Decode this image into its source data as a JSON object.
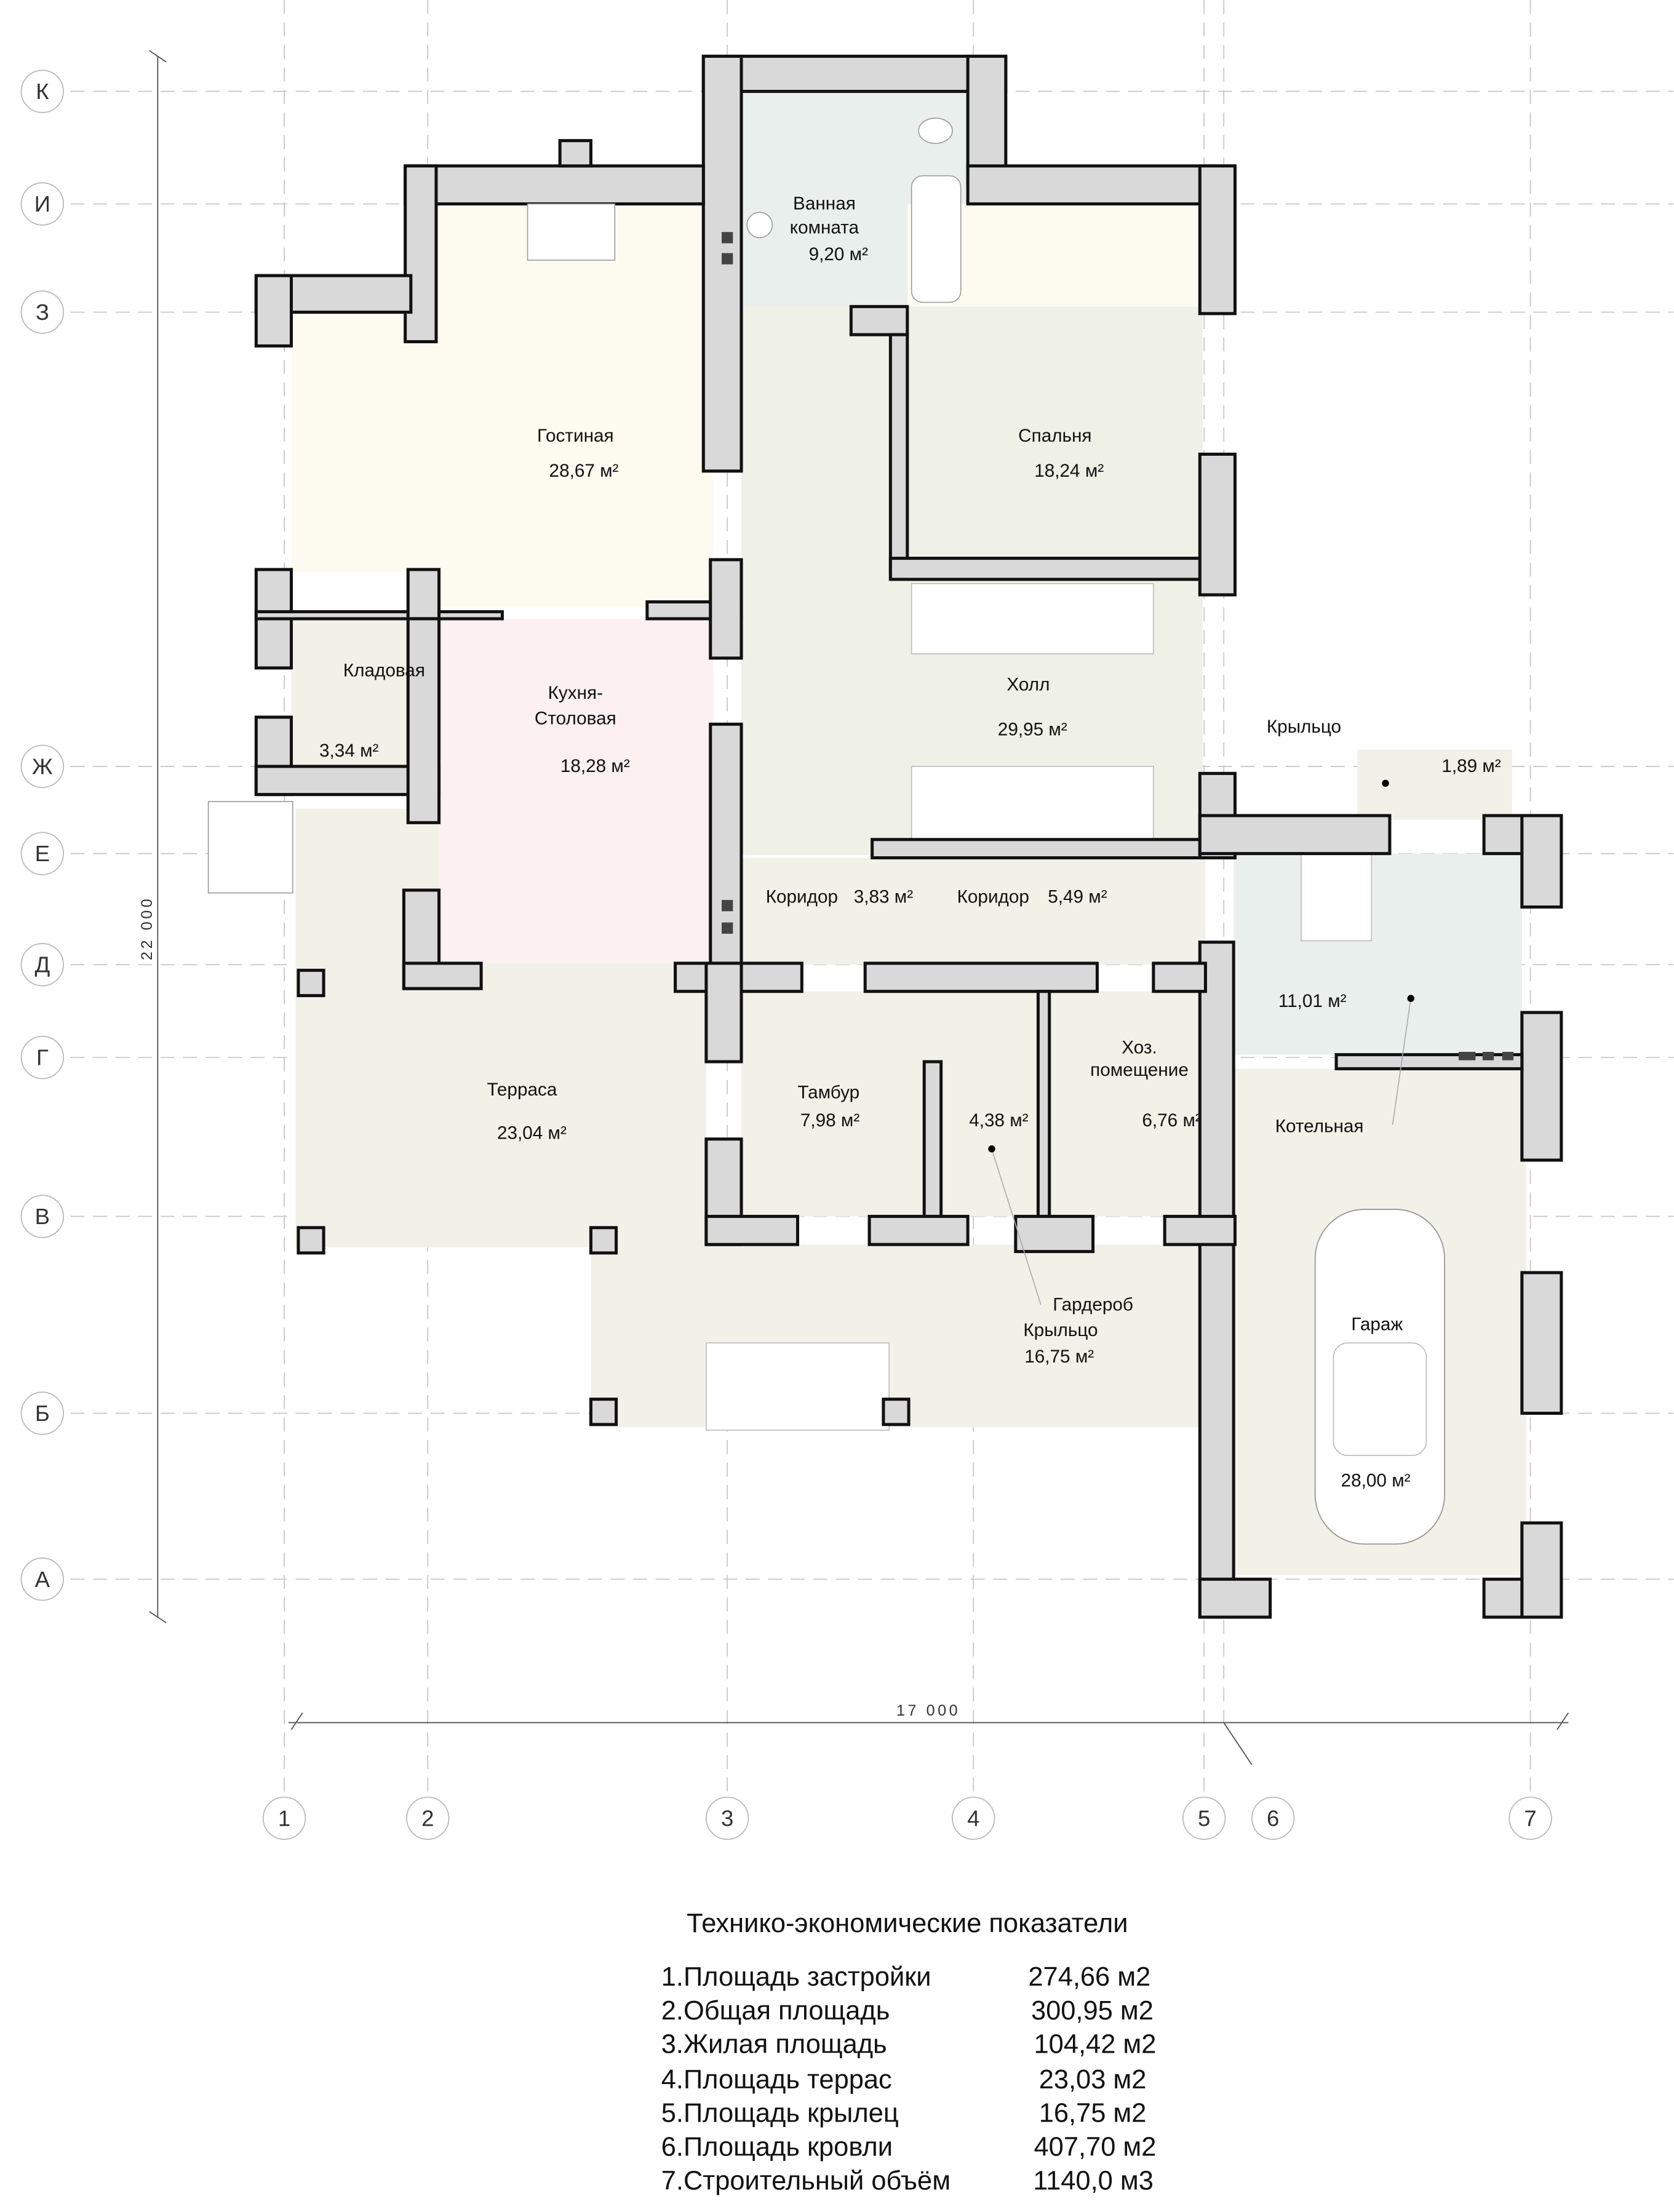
{
  "axes": {
    "rows": [
      "К",
      "И",
      "З",
      "Ж",
      "Е",
      "Д",
      "Г",
      "В",
      "Б",
      "А"
    ],
    "columns": [
      "1",
      "2",
      "3",
      "4",
      "5",
      "6",
      "7"
    ]
  },
  "dimensions": {
    "vertical": "22 000",
    "horizontal": "17 000"
  },
  "rooms": {
    "bath": {
      "name1": "Ванная",
      "name2": "комната",
      "area": "9,20 м²"
    },
    "living": {
      "name": "Гостиная",
      "area": "28,67 м²"
    },
    "bedroom": {
      "name": "Спальня",
      "area": "18,24 м²"
    },
    "pantry": {
      "name": "Кладовая",
      "area": "3,34 м²"
    },
    "kitchen": {
      "name1": "Кухня-",
      "name2": "Столовая",
      "area": "18,28 м²"
    },
    "hall": {
      "name": "Холл",
      "area": "29,95 м²"
    },
    "porch_small": {
      "name": "Крыльцо",
      "area": "1,89 м²"
    },
    "corridor1": {
      "name": "Коридор",
      "area": "3,83 м²"
    },
    "corridor2": {
      "name": "Коридор",
      "area": "5,49 м²"
    },
    "boiler": {
      "name": "Котельная",
      "area": "11,01 м²"
    },
    "terrace": {
      "name": "Терраса",
      "area": "23,04 м²"
    },
    "vestibule": {
      "name": "Тамбур",
      "area": "7,98 м²"
    },
    "wardrobe": {
      "name": "Гардероб",
      "area": "4,38 м²"
    },
    "utility": {
      "name1": "Хоз.",
      "name2": "помещение",
      "area": "6,76 м²"
    },
    "porch_main": {
      "name": "Крыльцо",
      "area": "16,75 м²"
    },
    "garage": {
      "name": "Гараж",
      "area": "28,00 м²"
    }
  },
  "colors": {
    "living": "#fdfbf0",
    "kitchen": "#fdf0f1",
    "bath": "#e9efed",
    "service": "#f1f1e8",
    "wall": "#d9d9d9"
  },
  "indicators": {
    "title": "Технико-экономические показатели",
    "rows": [
      {
        "label": "1.Площадь застройки",
        "value": "274,66 м2"
      },
      {
        "label": "2.Общая площадь",
        "value": "300,95 м2"
      },
      {
        "label": "3.Жилая площадь",
        "value": "104,42 м2"
      },
      {
        "label": "4.Площадь террас",
        "value": "23,03 м2"
      },
      {
        "label": "5.Площадь крылец",
        "value": "16,75 м2"
      },
      {
        "label": "6.Площадь кровли",
        "value": "407,70 м2"
      },
      {
        "label": "7.Строительный объём",
        "value": "1140,0 м3"
      }
    ]
  }
}
